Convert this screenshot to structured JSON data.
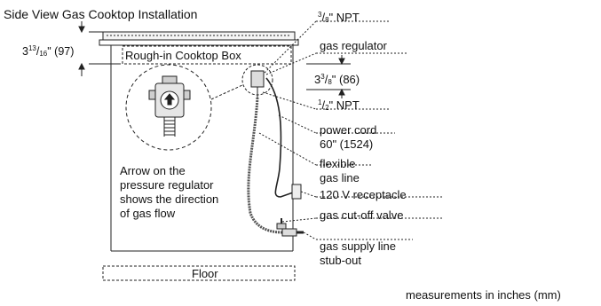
{
  "title": "Side View Gas Cooktop Installation",
  "dim_left": {
    "whole": "3",
    "num": "13",
    "den": "16",
    "unit": "\"",
    "mm": "(97)"
  },
  "box_label": "Rough-in Cooktop Box",
  "callout": [
    "Arrow on the",
    "pressure regulator",
    "shows the direction",
    "of gas flow"
  ],
  "floor_label": "Floor",
  "labels": {
    "npt38": {
      "num": "3",
      "den": "8",
      "text": "\" NPT"
    },
    "gas_regulator": "gas regulator",
    "dim_right": {
      "whole": "3",
      "num": "3",
      "den": "8",
      "text": "\" (86)"
    },
    "npt12": {
      "num": "1",
      "den": "2",
      "text": "\" NPT"
    },
    "power_cord": [
      "power cord",
      "60\" (1524)"
    ],
    "flexible": [
      "flexible",
      "gas line"
    ],
    "receptacle": "120 V receptacle",
    "cutoff": "gas cut-off valve",
    "supply": [
      "gas supply line",
      "stub-out"
    ]
  },
  "footnote": "measurements in inches (mm)"
}
